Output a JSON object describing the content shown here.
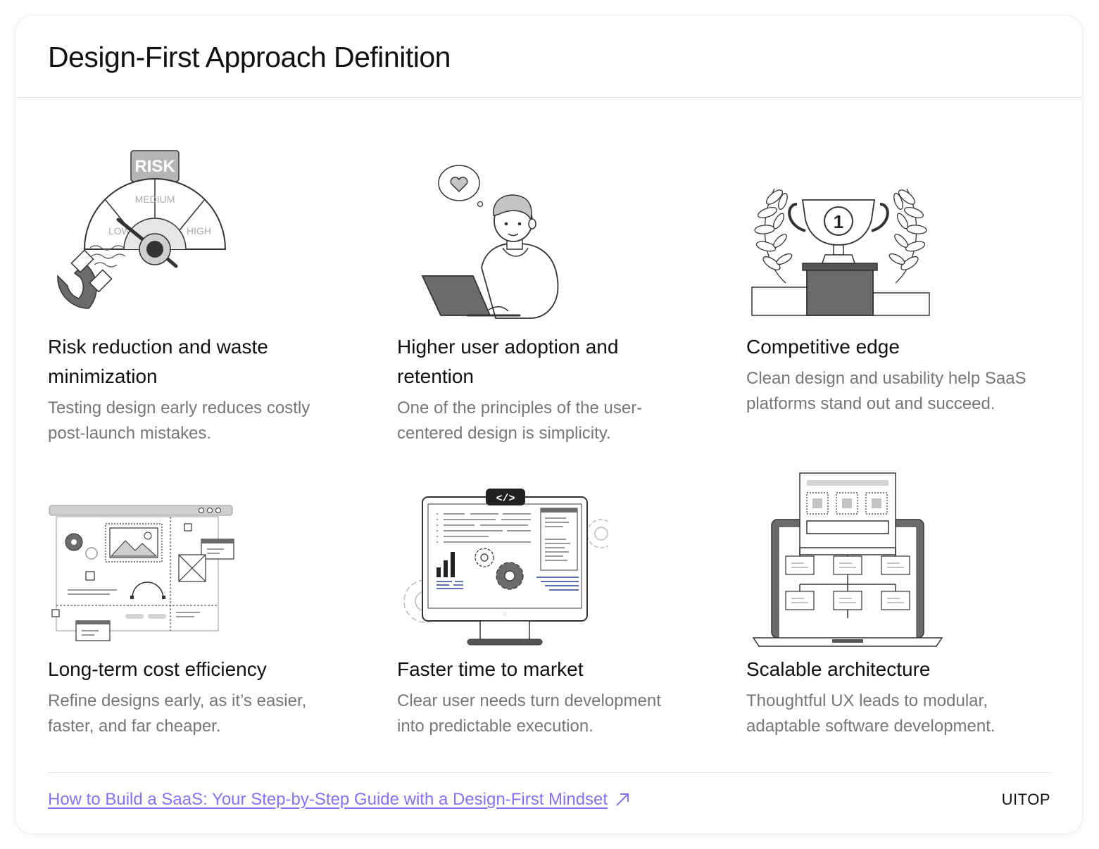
{
  "header": {
    "title": "Design-First Approach Definition"
  },
  "items": [
    {
      "title": "Risk reduction and waste minimization",
      "description": "Testing design early reduces costly post-launch mistakes.",
      "gauge": {
        "heading": "RISK",
        "labels": [
          "LOW",
          "MEDIUM",
          "HIGH"
        ]
      }
    },
    {
      "title": "Higher user adoption and retention",
      "description": "One of the principles of the user-centered design is simplicity."
    },
    {
      "title": "Competitive edge",
      "description": "Clean design and usability help SaaS platforms stand out and succeed.",
      "trophy_rank": "1"
    },
    {
      "title": "Long-term cost efficiency",
      "description": "Refine designs early, as it’s easier, faster, and far cheaper."
    },
    {
      "title": "Faster time to market",
      "description": "Clear user needs turn development into predictable execution.",
      "code_badge": "</>"
    },
    {
      "title": "Scalable architecture",
      "description": "Thoughtful UX leads to modular, adaptable software development."
    }
  ],
  "footer": {
    "link_text": "How to Build a SaaS: Your Step-by-Step Guide with a Design-First Mindset",
    "brand": "UITOP"
  },
  "colors": {
    "link": "#8b6ff2",
    "description": "#777777",
    "divider": "#e6e6e6"
  }
}
